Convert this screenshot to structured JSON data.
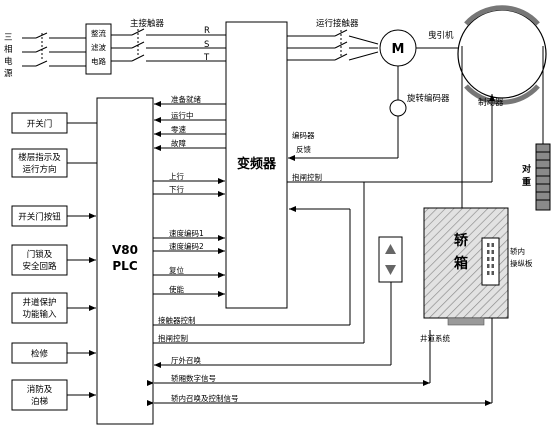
{
  "power": {
    "label_lines": [
      "三",
      "相",
      "电",
      "源"
    ]
  },
  "rectifier": {
    "label_lines": [
      "整流",
      "滤波",
      "电路"
    ]
  },
  "main_contactor": {
    "label": "主接触器"
  },
  "phases": [
    "R",
    "S",
    "T"
  ],
  "run_contactor": {
    "label": "运行接触器"
  },
  "motor": {
    "symbol": "M"
  },
  "traction": {
    "label": "曳引机"
  },
  "rotary_encoder": {
    "label": "旋转编码器"
  },
  "brake": {
    "label": "制动器"
  },
  "counterweight": {
    "label_lines": [
      "对",
      "重"
    ]
  },
  "inverter": {
    "label": "变频器"
  },
  "plc": {
    "line1": "V80",
    "line2": "PLC"
  },
  "inverter_outputs": [
    "准备就绪",
    "运行中",
    "零速",
    "故障"
  ],
  "inverter_inputs": [
    "上行",
    "下行",
    "速度编码1",
    "速度编码2",
    "复位",
    "使能"
  ],
  "encoder_feedback": {
    "line1": "编码器",
    "line2": "反馈"
  },
  "brake_control": {
    "label": "抱闸控制"
  },
  "plc_outputs": [
    "接触器控制",
    "抱闸控制",
    "厅外召唤",
    "轿厢数字信号",
    "轿内召唤及控制信号"
  ],
  "left_inputs": [
    {
      "lines": [
        "开关门"
      ]
    },
    {
      "lines": [
        "楼层指示及",
        "运行方向"
      ]
    },
    {
      "lines": [
        "开关门按钮"
      ]
    },
    {
      "lines": [
        "门锁及",
        "安全回路"
      ]
    },
    {
      "lines": [
        "井道保护",
        "功能输入"
      ]
    },
    {
      "lines": [
        "检修"
      ]
    },
    {
      "lines": [
        "消防及",
        "泊梯"
      ]
    }
  ],
  "car": {
    "label_lines": [
      "轿",
      "箱"
    ]
  },
  "car_panel": {
    "label_lines": [
      "轿内",
      "操纵板"
    ]
  },
  "shaft_system": {
    "label": "井道系统"
  }
}
